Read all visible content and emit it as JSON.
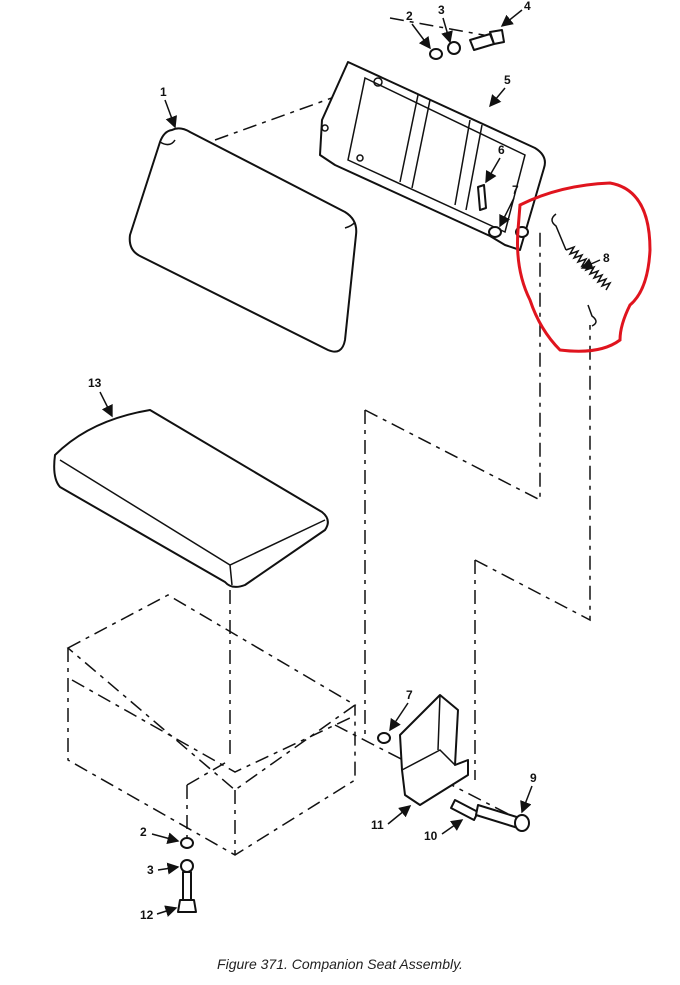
{
  "figure": {
    "caption": "Figure 371.  Companion Seat Assembly.",
    "highlight_color": "#e0141e",
    "callouts": {
      "c1": "1",
      "c2a": "2",
      "c3a": "3",
      "c4": "4",
      "c5": "5",
      "c6": "6",
      "c7a": "7",
      "c8": "8",
      "c13": "13",
      "c7b": "7",
      "c9": "9",
      "c11": "11",
      "c10": "10",
      "c2b": "2",
      "c3b": "3",
      "c12": "12"
    }
  }
}
